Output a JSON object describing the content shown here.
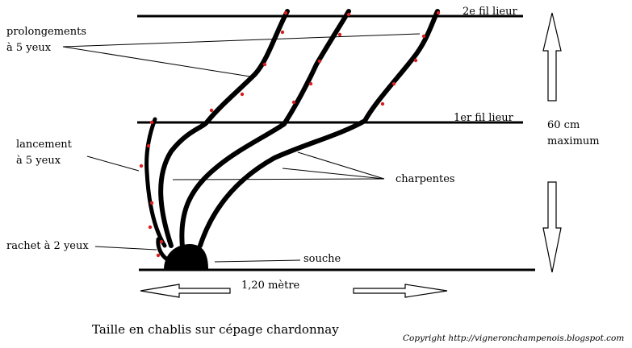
{
  "labels": {
    "wire_top": "2e fil lieur",
    "wire_mid": "1er fil lieur",
    "prolongements_1": "prolongements",
    "prolongements_2": "à 5 yeux",
    "lancement_1": "lancement",
    "lancement_2": "à 5 yeux",
    "rachet": "rachet à 2 yeux",
    "souche": "souche",
    "charpentes": "charpentes",
    "height_1": "60 cm",
    "height_2": "maximum",
    "width": "1,20 mètre"
  },
  "title": "Taille en chablis sur cépage chardonnay",
  "copyright": "Copyright http://vigneronchampenois.blogspot.com",
  "colors": {
    "bud": "#d81e1e",
    "ink": "#000000",
    "background": "#ffffff"
  }
}
